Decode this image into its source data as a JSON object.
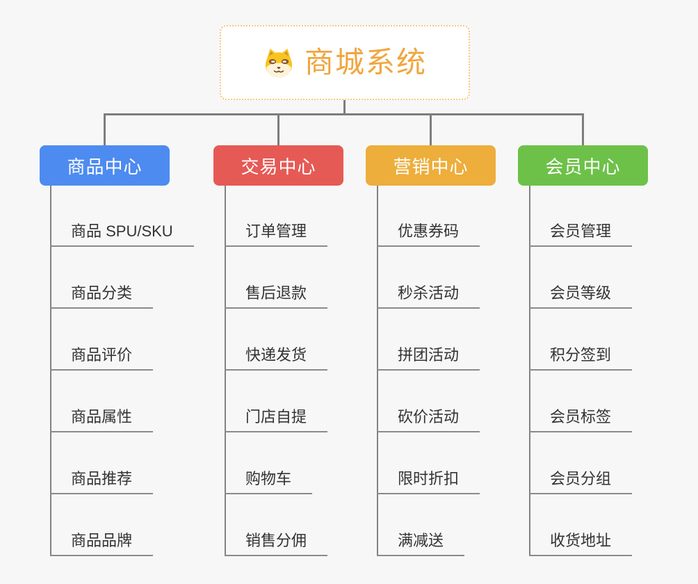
{
  "page": {
    "background_color": "#f7f7f7",
    "connector_color": "#7d7d7d"
  },
  "root": {
    "title": "商城系统",
    "icon": "shiba-dog-icon",
    "text_color": "#f0a63e",
    "border_color": "#f4c87f"
  },
  "branches": [
    {
      "label": "商品中心",
      "color": "#4e8bf0",
      "items": [
        "商品 SPU/SKU",
        "商品分类",
        "商品评价",
        "商品属性",
        "商品推荐",
        "商品品牌"
      ]
    },
    {
      "label": "交易中心",
      "color": "#e65a55",
      "items": [
        "订单管理",
        "售后退款",
        "快递发货",
        "门店自提",
        "购物车",
        "销售分佣"
      ]
    },
    {
      "label": "营销中心",
      "color": "#edae3c",
      "items": [
        "优惠券码",
        "秒杀活动",
        "拼团活动",
        "砍价活动",
        "限时折扣",
        "满减送"
      ]
    },
    {
      "label": "会员中心",
      "color": "#6dc148",
      "items": [
        "会员管理",
        "会员等级",
        "积分签到",
        "会员标签",
        "会员分组",
        "收货地址"
      ]
    }
  ]
}
